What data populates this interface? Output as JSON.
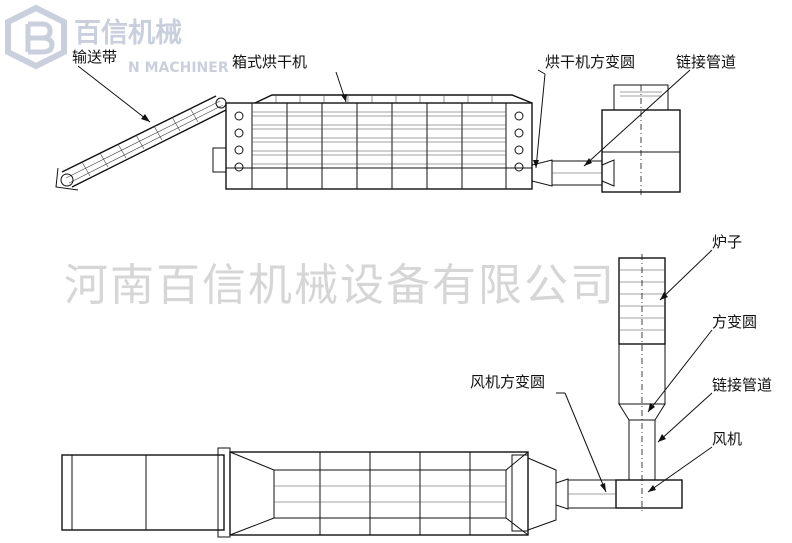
{
  "brand": {
    "name": "百信机械",
    "subtitle": "N MACHINER"
  },
  "watermark": "河南百信机械设备有限公司",
  "top_view": {
    "labels": {
      "conveyor": "输送带",
      "box_dryer": "箱式烘干机",
      "dryer_transition": "烘干机方变圆",
      "connecting_duct": "链接管道"
    }
  },
  "bottom_view": {
    "labels": {
      "furnace": "炉子",
      "transition": "方变圆",
      "fan_transition": "风机方变圆",
      "connecting_duct": "链接管道",
      "fan": "风机"
    }
  },
  "colors": {
    "line": "#111111",
    "watermark": "#d6d6d6",
    "brand": "#c9cfdd"
  }
}
